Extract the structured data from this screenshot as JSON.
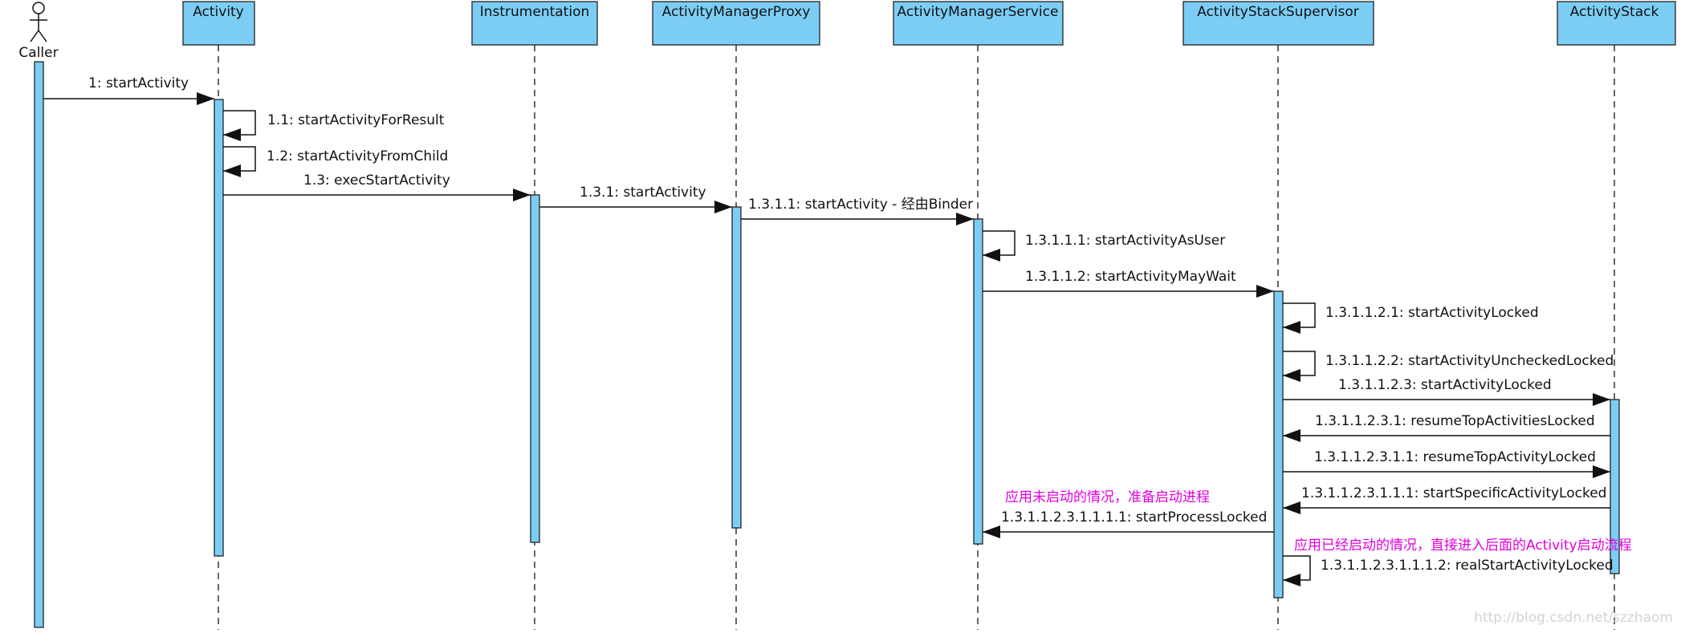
{
  "colors": {
    "participant_fill": "#7ccdf4",
    "activation_fill": "#7ccdf4",
    "note_color": "#e000e0",
    "watermark_color": "#d3d3d3"
  },
  "actor": {
    "label": "Caller",
    "icon": "stick-figure-icon"
  },
  "participants": [
    {
      "id": "activity",
      "label": "Activity"
    },
    {
      "id": "instrumentation",
      "label": "Instrumentation"
    },
    {
      "id": "amp",
      "label": "ActivityManagerProxy"
    },
    {
      "id": "ams",
      "label": "ActivityManagerService"
    },
    {
      "id": "ass",
      "label": "ActivityStackSupervisor"
    },
    {
      "id": "as",
      "label": "ActivityStack"
    }
  ],
  "messages": [
    {
      "label": "1: startActivity",
      "from": "caller",
      "to": "activity",
      "kind": "call"
    },
    {
      "label": "1.1: startActivityForResult",
      "from": "activity",
      "to": "activity",
      "kind": "self"
    },
    {
      "label": "1.2: startActivityFromChild",
      "from": "activity",
      "to": "activity",
      "kind": "self"
    },
    {
      "label": "1.3: execStartActivity",
      "from": "activity",
      "to": "instrumentation",
      "kind": "call"
    },
    {
      "label": "1.3.1: startActivity",
      "from": "instrumentation",
      "to": "amp",
      "kind": "call"
    },
    {
      "label": "1.3.1.1: startActivity - 经由Binder",
      "from": "amp",
      "to": "ams",
      "kind": "call"
    },
    {
      "label": "1.3.1.1.1: startActivityAsUser",
      "from": "ams",
      "to": "ams",
      "kind": "self"
    },
    {
      "label": "1.3.1.1.2: startActivityMayWait",
      "from": "ams",
      "to": "ass",
      "kind": "call"
    },
    {
      "label": "1.3.1.1.2.1: startActivityLocked",
      "from": "ass",
      "to": "ass",
      "kind": "self"
    },
    {
      "label": "1.3.1.1.2.2: startActivityUncheckedLocked",
      "from": "ass",
      "to": "ass",
      "kind": "self"
    },
    {
      "label": "1.3.1.1.2.3: startActivityLocked",
      "from": "ass",
      "to": "as",
      "kind": "call"
    },
    {
      "label": "1.3.1.1.2.3.1: resumeTopActivitiesLocked",
      "from": "as",
      "to": "ass",
      "kind": "call"
    },
    {
      "label": "1.3.1.1.2.3.1.1: resumeTopActivityLocked",
      "from": "ass",
      "to": "as",
      "kind": "call"
    },
    {
      "label": "1.3.1.1.2.3.1.1.1: startSpecificActivityLocked",
      "from": "as",
      "to": "ass",
      "kind": "call"
    },
    {
      "label": "1.3.1.1.2.3.1.1.1.1: startProcessLocked",
      "from": "ass",
      "to": "ams",
      "kind": "call"
    },
    {
      "label": "1.3.1.1.2.3.1.1.1.2: realStartActivityLocked",
      "from": "ass",
      "to": "ass",
      "kind": "self"
    }
  ],
  "notes": [
    {
      "text": "应用未启动的情况，准备启动进程"
    },
    {
      "text": "应用已经启动的情况，直接进入后面的Activity启动流程"
    }
  ],
  "watermark": "http://blog.csdn.net/szzhaom"
}
